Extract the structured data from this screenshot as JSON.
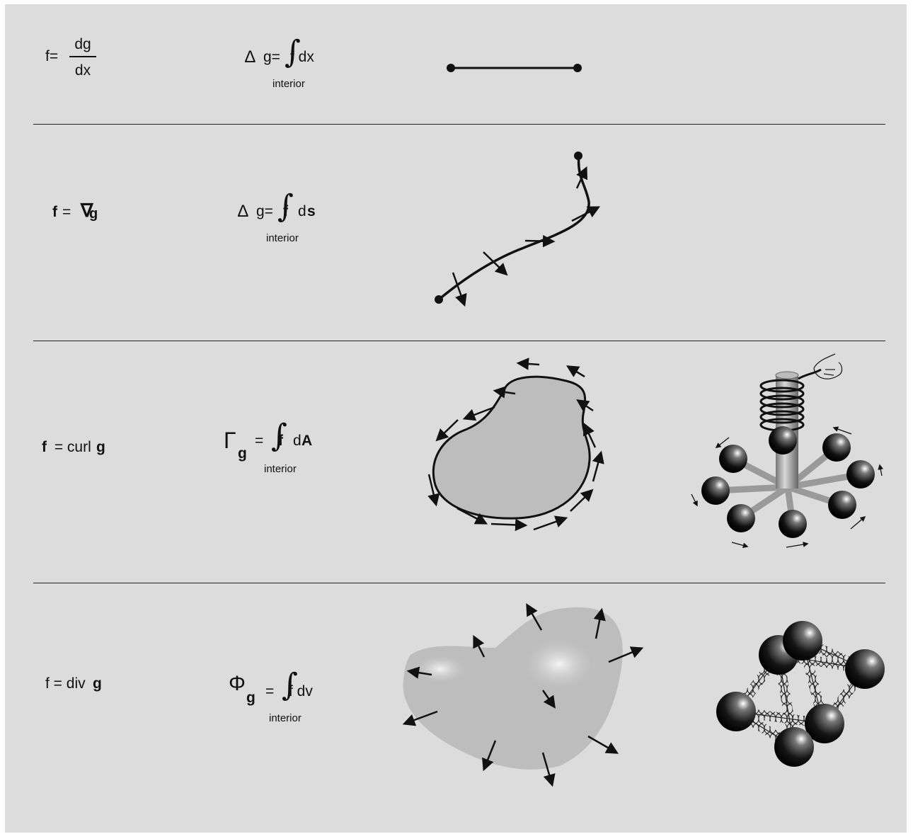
{
  "rows": [
    {
      "formula": {
        "lhs": "f=",
        "numerator": "dg",
        "denominator": "dx"
      },
      "theorem": {
        "delta_symbol": "∆",
        "lhs": "g=",
        "integral_symbol": "∫",
        "integrand": "f dx",
        "subscript": "interior"
      }
    },
    {
      "formula": {
        "f": "f",
        "eq": "=",
        "nabla": "∇",
        "g": "g"
      },
      "theorem": {
        "delta_symbol": "∆",
        "lhs": "g=",
        "integral_symbol": "∫",
        "f": "f",
        "d": "d",
        "s": "s",
        "subscript": "interior"
      }
    },
    {
      "formula": {
        "f": "f",
        "rest": " = curl ",
        "g": "g"
      },
      "theorem": {
        "gamma_symbol": "Γ",
        "sub": "g",
        "eq": "=",
        "integral_symbol": "∫",
        "f": "f",
        "d": "d",
        "A": "A",
        "subscript": "interior"
      }
    },
    {
      "formula": {
        "text": "f = div ",
        "g": "g"
      },
      "theorem": {
        "phi_symbol": "Φ",
        "sub": "g",
        "eq": "=",
        "integral_symbol": "∫",
        "integrand": "f dv",
        "subscript": "interior"
      }
    }
  ],
  "colors": {
    "background": "#dcdcdc",
    "shape_fill": "#bdbdbd",
    "ink": "#111111"
  },
  "icons": [
    "line-segment-icon",
    "curve-path-icon",
    "curl-region-icon",
    "spinning-paddle-wheel-icon",
    "divergence-region-icon",
    "spring-lattice-icon"
  ]
}
